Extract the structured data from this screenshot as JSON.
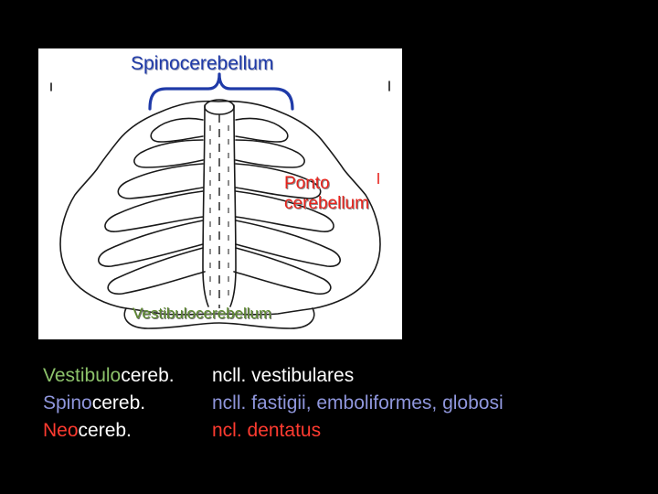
{
  "diagram": {
    "labels": {
      "spinocerebellum": "Spinocerebellum",
      "ponto_line1": "Ponto",
      "ponto_line2": "cerebellum",
      "vestibulocerebellum": "Vestibulocerebellum"
    }
  },
  "legend": {
    "rows": [
      {
        "prefix": "Vestibulo",
        "suffix": "cereb.",
        "nucleus": "ncll. vestibulares",
        "prefix_color": "#8cc26a",
        "nucleus_color": "#ffffff"
      },
      {
        "prefix": "Spino",
        "suffix": "cereb.",
        "nucleus": "ncll. fastigii, emboliformes, globosi",
        "prefix_color": "#8f96dc",
        "nucleus_color": "#8f96dc"
      },
      {
        "prefix": "Neo",
        "suffix": "cereb.",
        "nucleus": "ncl. dentatus",
        "prefix_color": "#ff3b30",
        "nucleus_color": "#ff3b30"
      }
    ]
  },
  "colors": {
    "background": "#000000",
    "panel": "#ffffff",
    "outline": "#1a1a1a",
    "brace": "#1f3aa8",
    "spino_text": "#1f3aa8",
    "ponto_text": "#e8231c",
    "vestibulo_text": "#5c8a2c"
  }
}
